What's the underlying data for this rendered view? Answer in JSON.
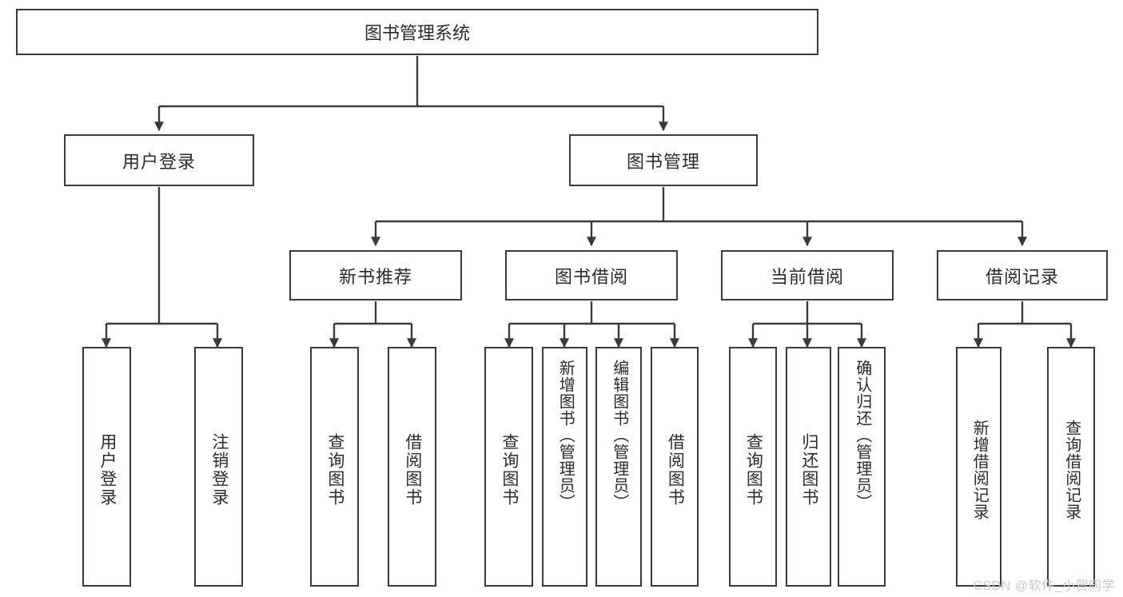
{
  "diagram": {
    "title": "图书管理系统",
    "type": "tree",
    "root": {
      "label": "图书管理系统"
    },
    "level2": [
      {
        "label": "用户登录"
      },
      {
        "label": "图书管理"
      }
    ],
    "level3": [
      {
        "label": "新书推荐"
      },
      {
        "label": "图书借阅"
      },
      {
        "label": "当前借阅"
      },
      {
        "label": "借阅记录"
      }
    ],
    "leaves": {
      "user_login": [
        {
          "label": "用户登录"
        },
        {
          "label": "注销登录"
        }
      ],
      "new_book": [
        {
          "label": "查询图书"
        },
        {
          "label": "借阅图书"
        }
      ],
      "book_borrow": [
        {
          "label": "查询图书"
        },
        {
          "label": "新增图书（管理员）"
        },
        {
          "label": "编辑图书（管理员）"
        },
        {
          "label": "借阅图书"
        }
      ],
      "current_borrow": [
        {
          "label": "查询图书"
        },
        {
          "label": "归还图书"
        },
        {
          "label": "确认归还（管理员）"
        }
      ],
      "borrow_record": [
        {
          "label": "新增借阅记录"
        },
        {
          "label": "查询借阅记录"
        }
      ]
    }
  },
  "watermark": {
    "text": "CSDN @软件_小贺同学"
  },
  "colors": {
    "border": "#3a3a3a",
    "text": "#2b2b2b",
    "background": "#ffffff",
    "watermark": "#c9c9c9"
  }
}
